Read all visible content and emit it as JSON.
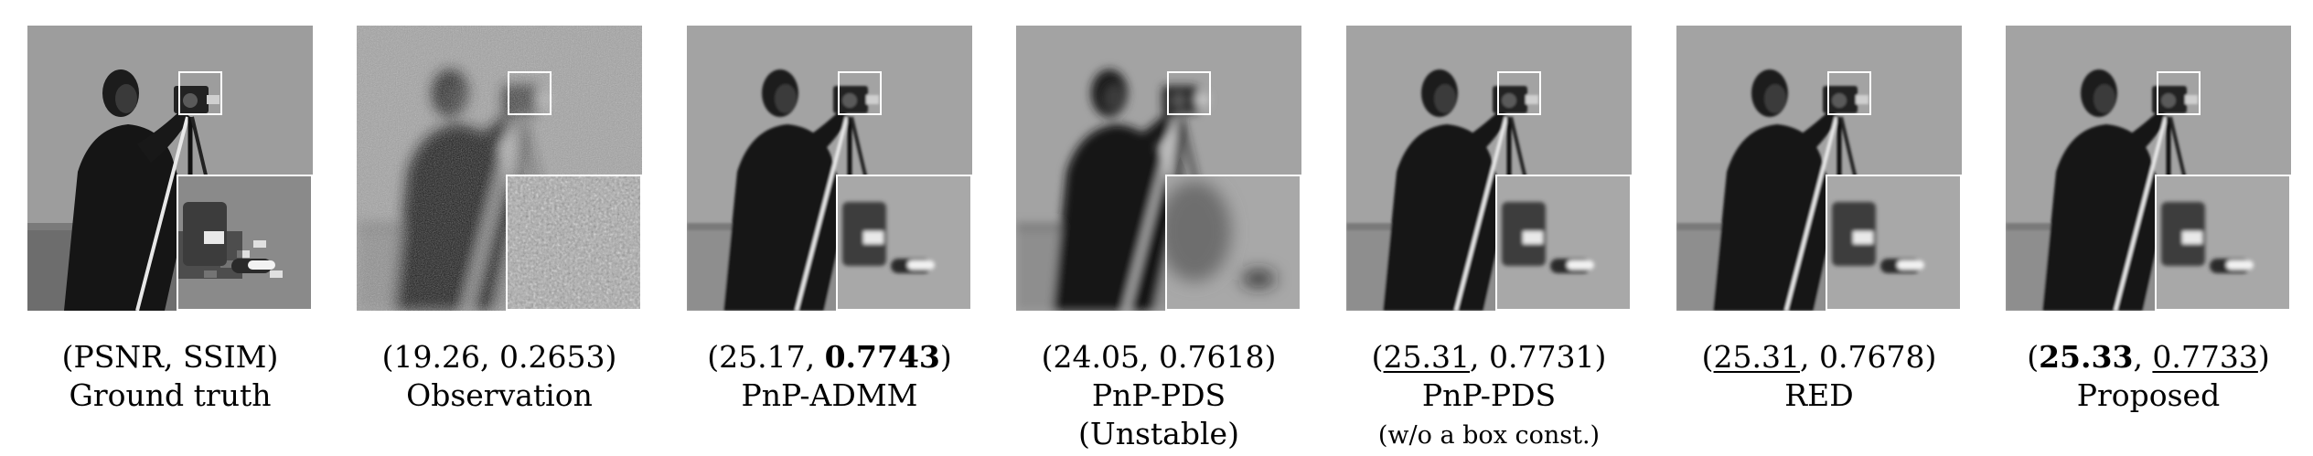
{
  "figure": {
    "panels": [
      {
        "id": "ground-truth",
        "metric_text": "(PSNR, SSIM)",
        "psnr": null,
        "ssim": null,
        "label": "Ground truth",
        "sublabel": "",
        "style": "sharp"
      },
      {
        "id": "observation",
        "psnr": "19.26",
        "ssim": "0.2653",
        "psnr_style": "plain",
        "ssim_style": "plain",
        "label": "Observation",
        "sublabel": "",
        "style": "noisy"
      },
      {
        "id": "pnp-admm",
        "psnr": "25.17",
        "ssim": "0.7743",
        "psnr_style": "plain",
        "ssim_style": "bold",
        "label": "PnP-ADMM",
        "sublabel": "",
        "style": "smooth"
      },
      {
        "id": "pnp-pds-unstable",
        "psnr": "24.05",
        "ssim": "0.7618",
        "psnr_style": "plain",
        "ssim_style": "plain",
        "label": "PnP-PDS",
        "sublabel": "(Unstable)",
        "style": "blurred"
      },
      {
        "id": "pnp-pds-wo-box",
        "psnr": "25.31",
        "ssim": "0.7731",
        "psnr_style": "underline",
        "ssim_style": "plain",
        "label": "PnP-PDS",
        "sublabel": "(w/o a box const.)",
        "style": "smooth"
      },
      {
        "id": "red",
        "psnr": "25.31",
        "ssim": "0.7678",
        "psnr_style": "underline",
        "ssim_style": "plain",
        "label": "RED",
        "sublabel": "",
        "style": "smooth"
      },
      {
        "id": "proposed",
        "psnr": "25.33",
        "ssim": "0.7733",
        "psnr_style": "bold",
        "ssim_style": "underline",
        "label": "Proposed",
        "sublabel": "",
        "style": "smooth"
      }
    ]
  }
}
